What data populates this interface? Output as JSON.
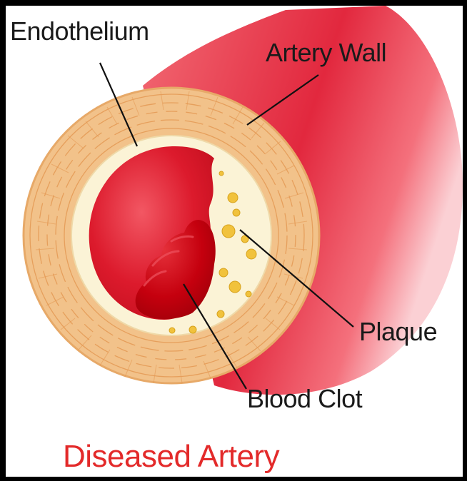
{
  "labels": {
    "endothelium": "Endothelium",
    "artery_wall": "Artery Wall",
    "plaque": "Plaque",
    "blood_clot": "Blood Clot"
  },
  "caption": "Diseased Artery",
  "colors": {
    "background": "#000000",
    "panel": "#ffffff",
    "artery_red": "#e2283e",
    "wall_tan": "#f2c28a",
    "endothelium_cream": "#fbf3d6",
    "lumen_red": "#dc1a2c",
    "clot_red": "#c5000e",
    "plaque_yellow": "#f1c23c",
    "caption_red": "#e32a2a"
  }
}
